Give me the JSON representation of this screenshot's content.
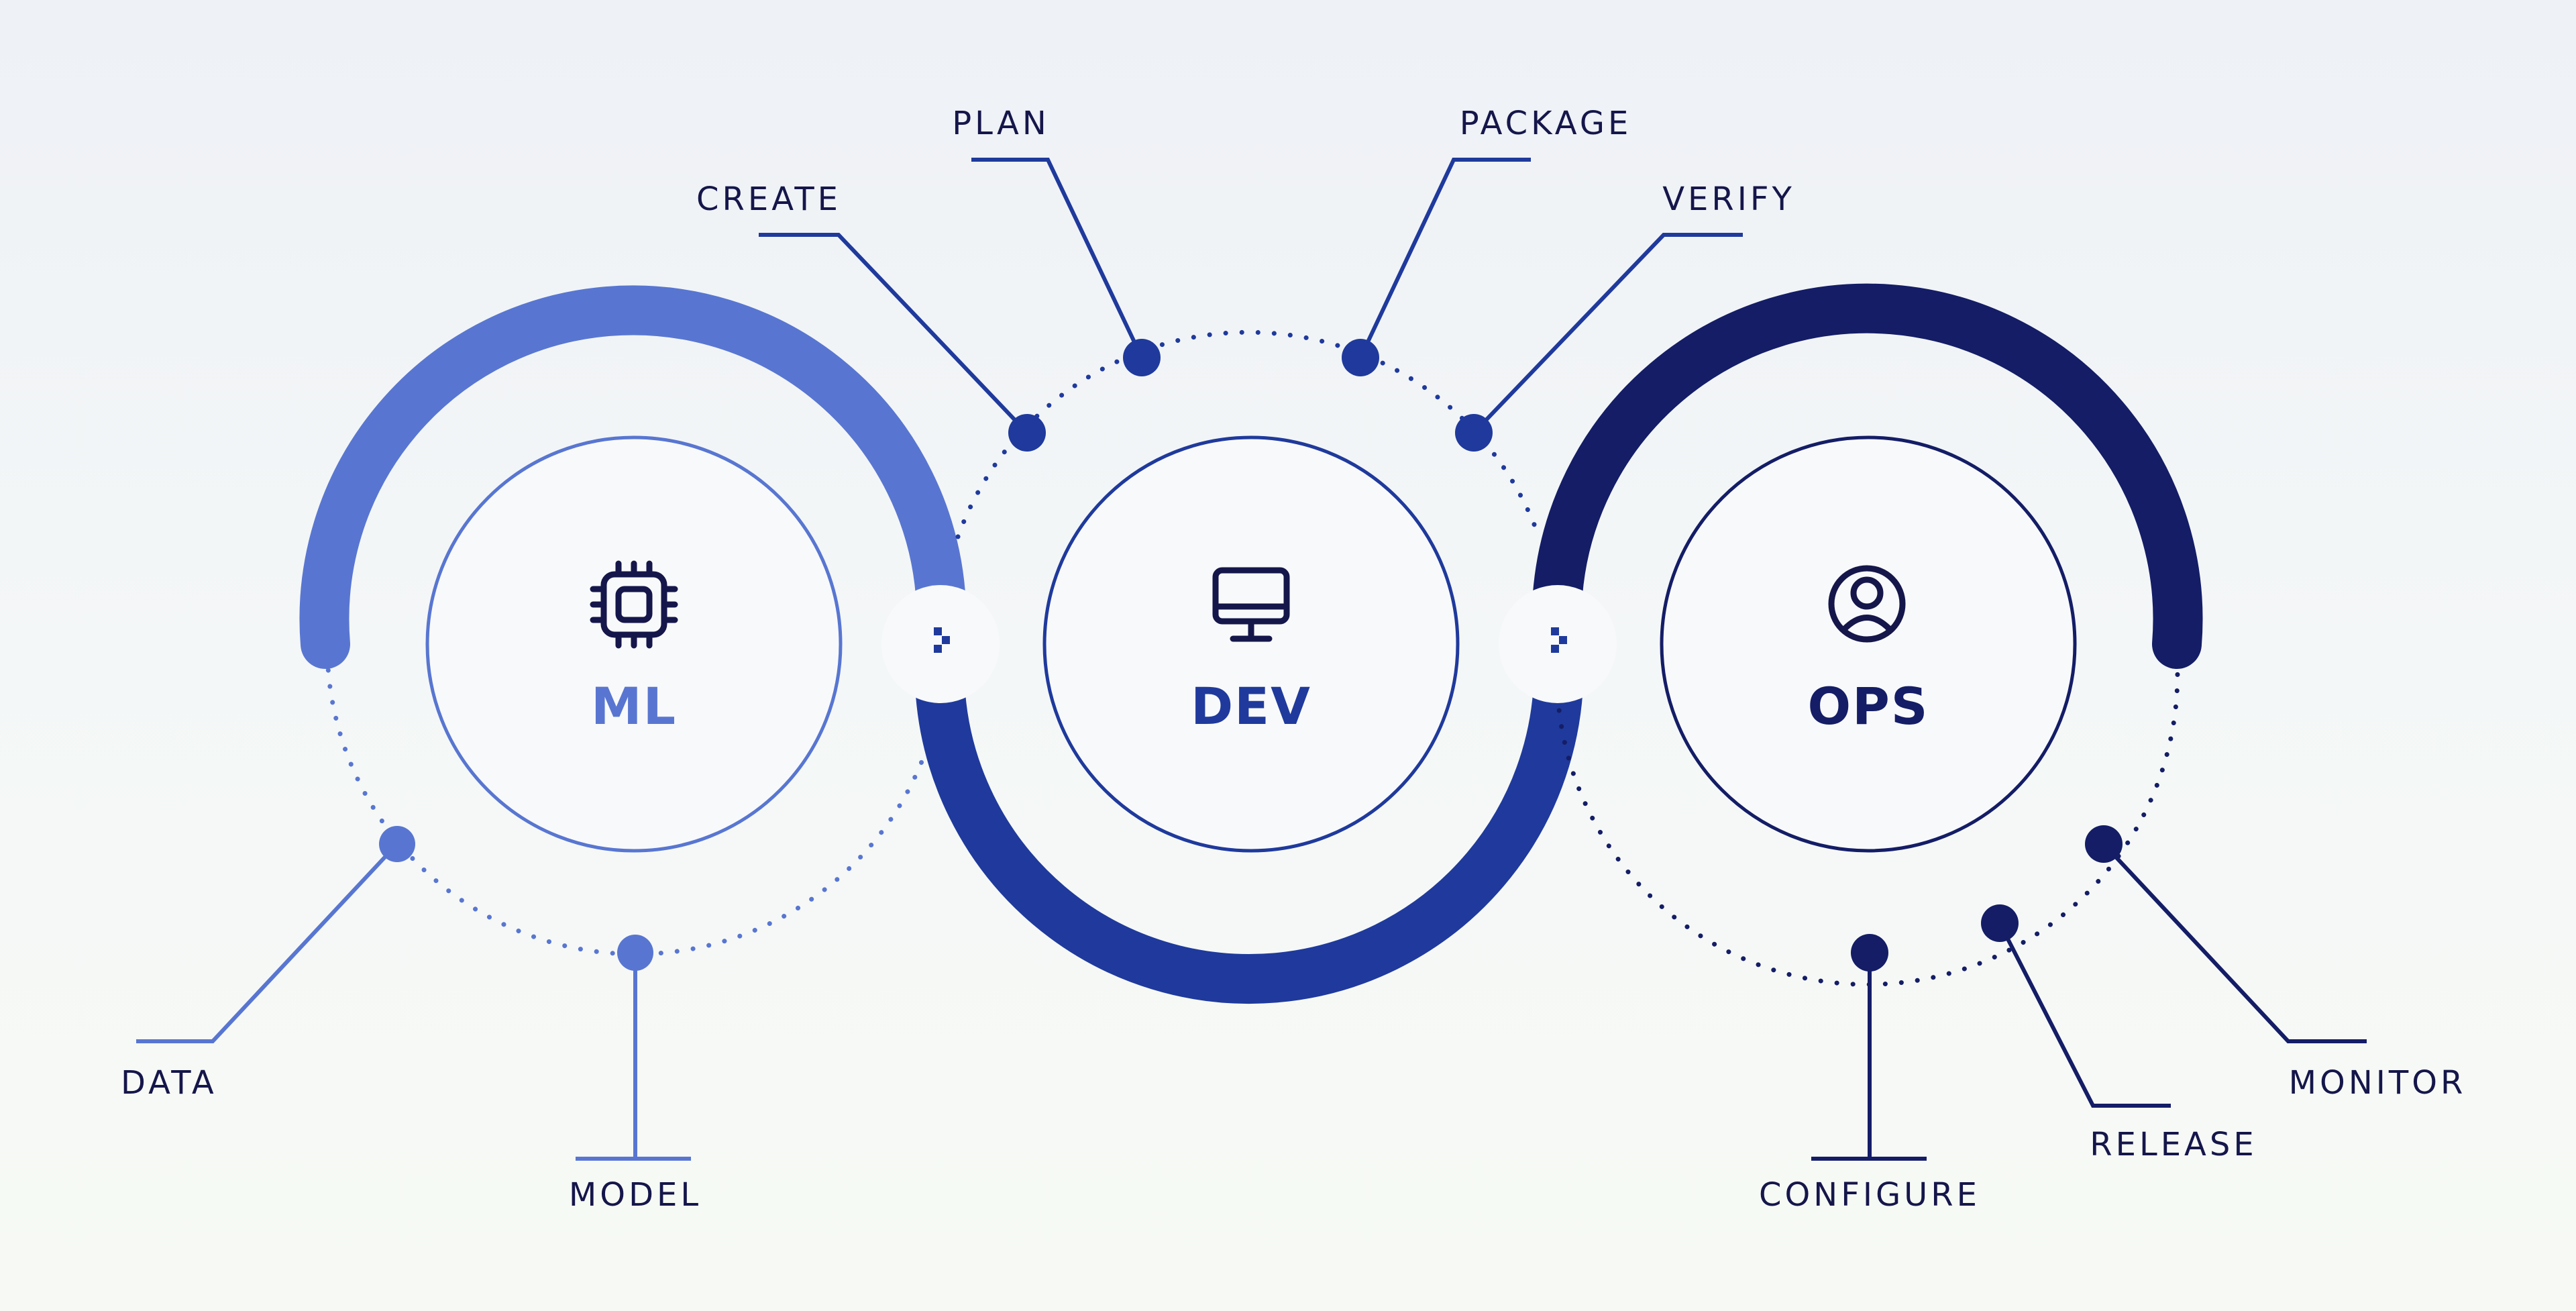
{
  "colors": {
    "ml": "#5876d1",
    "dev": "#1f3a9c",
    "ops": "#141d66",
    "label_text": "#15164a",
    "inner_fill": "#f8f9fa"
  },
  "stages": [
    {
      "key": "ml",
      "title": "ML",
      "icon": "chip-icon"
    },
    {
      "key": "dev",
      "title": "DEV",
      "icon": "monitor-icon"
    },
    {
      "key": "ops",
      "title": "OPS",
      "icon": "user-icon"
    }
  ],
  "steps": {
    "data": "DATA",
    "model": "MODEL",
    "create": "CREATE",
    "plan": "PLAN",
    "package": "PACKAGE",
    "verify": "VERIFY",
    "configure": "CONFIGURE",
    "release": "RELEASE",
    "monitor": "MONITOR"
  },
  "connector_icon": "chevron-right-icon"
}
